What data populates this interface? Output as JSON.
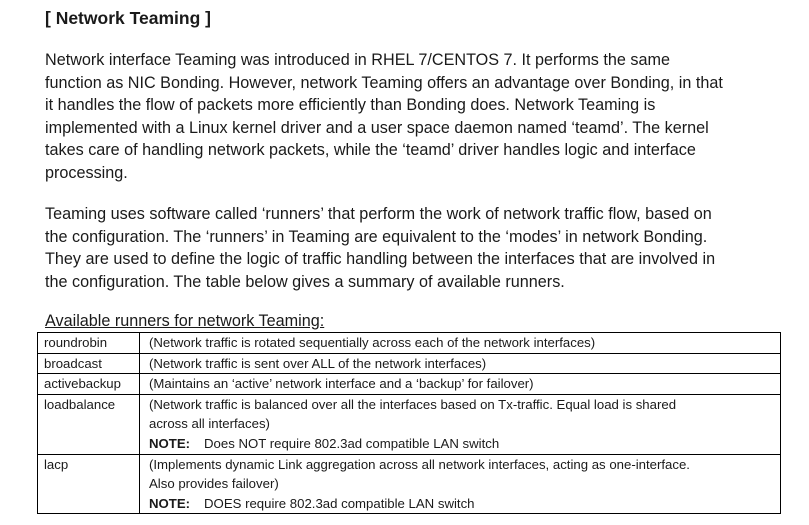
{
  "heading": "[ Network Teaming ]",
  "paragraph1": [
    "Network interface Teaming was introduced in RHEL 7/CENTOS 7.    It performs the same",
    "function as NIC Bonding. However, network Teaming offers an advantage over Bonding, in that",
    "it handles the flow of packets more efficiently than Bonding does. Network Teaming is",
    "implemented with a Linux kernel driver and a user space daemon named ‘teamd’. The kernel",
    "takes care of handling network packets, while the ‘teamd’ driver handles logic and interface",
    "processing."
  ],
  "paragraph2": [
    "Teaming uses software called ‘runners’ that perform the work of network traffic flow, based on",
    "the configuration. The ‘runners’ in Teaming are equivalent to the ‘modes’ in network Bonding.",
    "They are used to define the logic of traffic handling between the interfaces that are involved in",
    "the configuration. The table below gives a summary of available runners."
  ],
  "table_caption": "Available runners for network Teaming:",
  "runners": [
    {
      "name": "roundrobin",
      "lines": [
        "(Network traffic is rotated sequentially across each of the network interfaces)"
      ],
      "note_label": "",
      "note_text": ""
    },
    {
      "name": "broadcast",
      "lines": [
        "(Network traffic is sent over ALL of the network interfaces)"
      ],
      "note_label": "",
      "note_text": ""
    },
    {
      "name": "activebackup",
      "lines": [
        "(Maintains an ‘active’ network interface and a ‘backup’ for failover)"
      ],
      "note_label": "",
      "note_text": ""
    },
    {
      "name": "loadbalance",
      "lines": [
        "(Network traffic is balanced over all the interfaces based on Tx-traffic. Equal load is shared",
        "across all interfaces)"
      ],
      "note_label": "NOTE:",
      "note_text": "Does NOT require 802.3ad compatible LAN switch"
    },
    {
      "name": "lacp",
      "lines": [
        "(Implements dynamic Link aggregation across all network interfaces, acting as one-interface.",
        "Also provides failover)"
      ],
      "note_label": "NOTE:",
      "note_text": "DOES require 802.3ad compatible LAN switch"
    }
  ]
}
